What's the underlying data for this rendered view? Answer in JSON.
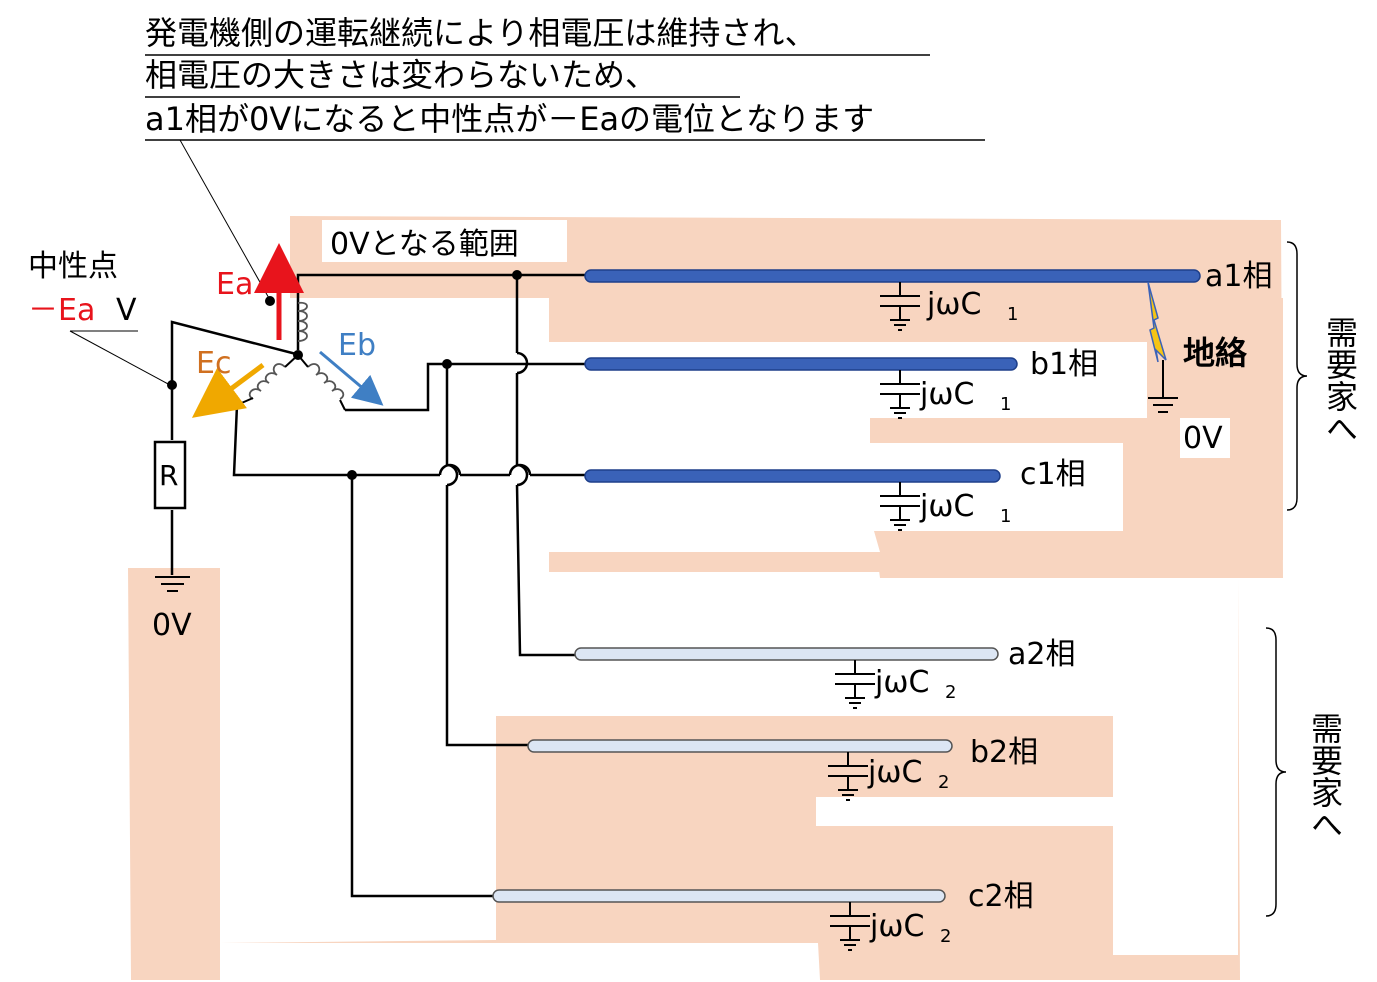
{
  "annotation": {
    "line1": "発電機側の運転継続により相電圧は維持され、",
    "line2": "相電圧の大きさは変わらないため、",
    "line3": "a1相が0Vになると中性点が－Eaの電位となります"
  },
  "neutral": {
    "label": "中性点",
    "potential_value": "－Ea",
    "potential_unit": "V"
  },
  "zero_range_label": "0Vとなる範囲",
  "emf": {
    "a": "Ea",
    "b": "Eb",
    "c": "Ec"
  },
  "resistor_label": "R",
  "ground_label_left": "0V",
  "ground_label_fault": "0V",
  "fault_label": "地絡",
  "phases": {
    "a1": "a1相",
    "b1": "b1相",
    "c1": "c1相",
    "a2": "a2相",
    "b2": "b2相",
    "c2": "c2相"
  },
  "capacitance": {
    "c1_prefix": "jωC",
    "c1_sub": "1",
    "c2_prefix": "jωC",
    "c2_sub": "2"
  },
  "customer_label": "需要家へ",
  "colors": {
    "shade": "#f8d5c0",
    "feeder1": "#3a62b8",
    "feeder2": "#dce6f4",
    "ea": "#e8141c",
    "eb": "#3f7fc4",
    "ec": "#f0a800",
    "ec_text": "#d07020",
    "fault": "#f6c414"
  }
}
